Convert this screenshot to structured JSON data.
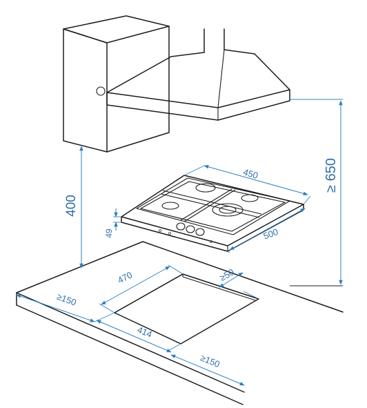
{
  "colors": {
    "line": "#1b1b1b",
    "dimension": "#2e7fc1",
    "label": "#2f6fa8",
    "background": "#ffffff"
  },
  "dimensions": {
    "hood_height_min": "≥ 650",
    "cabinet_clearance": "400",
    "hob_width": "450",
    "hob_depth": "500",
    "hob_height": "49",
    "cutout_width": "470",
    "cutout_depth": "414",
    "cutout_back_margin": "≥50",
    "left_edge_min": "≥150",
    "front_edge_min": "≥150"
  }
}
